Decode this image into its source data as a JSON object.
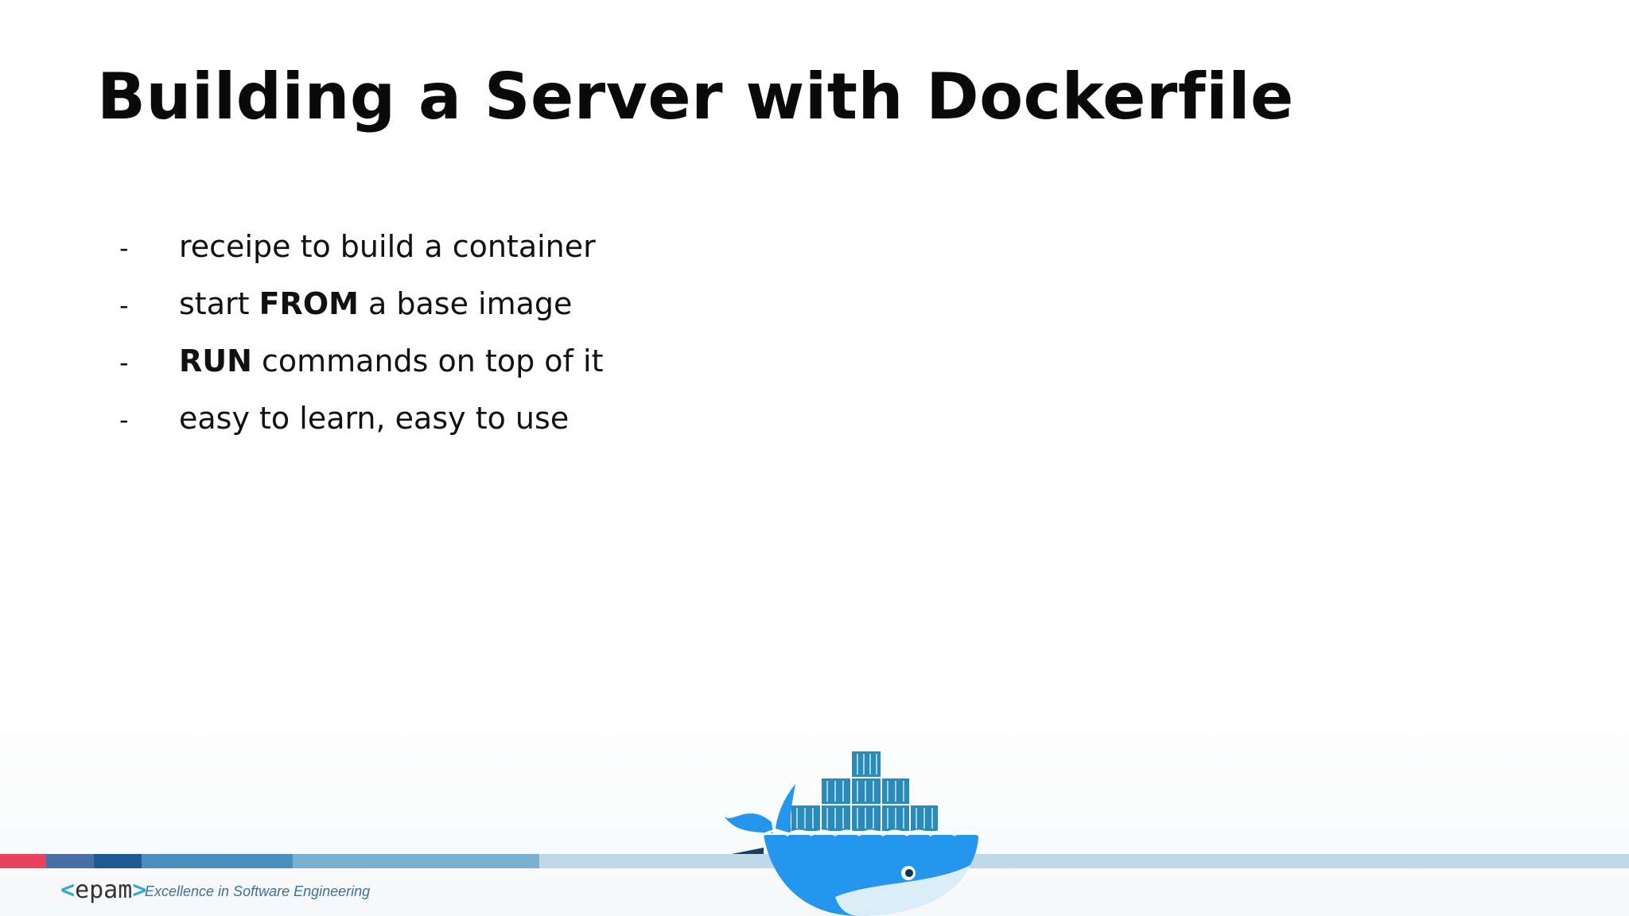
{
  "slide": {
    "title": "Building a Server with Dockerfile",
    "bullets": [
      {
        "dash": "-",
        "pre": "receipe to build a container",
        "bold": "",
        "post": ""
      },
      {
        "dash": "-",
        "pre": "start ",
        "bold": "FROM",
        "post": " a base image"
      },
      {
        "dash": "-",
        "pre": "",
        "bold": "RUN",
        "post": " commands on top of it"
      },
      {
        "dash": "-",
        "pre": "easy to learn, easy to use",
        "bold": "",
        "post": ""
      }
    ]
  },
  "footer": {
    "logo_open": "<",
    "logo_text": "epam",
    "logo_close": ">",
    "tagline": "Excellence in Software Engineering"
  },
  "graphics": {
    "whale_icon": "docker-whale-icon",
    "strip_colors": [
      "#e8425f",
      "#4a6fa5",
      "#1f5a94",
      "#4b8fbf",
      "#7cb0d2",
      "#bfd9e8"
    ]
  }
}
